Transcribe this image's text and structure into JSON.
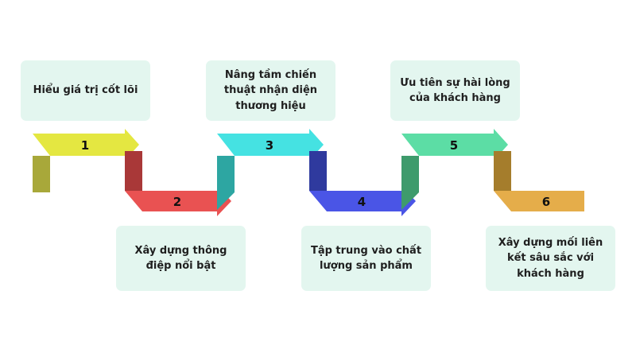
{
  "steps": [
    {
      "number": "1",
      "label": "Hiểu giá trị cốt lõi",
      "color": "#e4e741",
      "shade": "#a8a83a"
    },
    {
      "number": "2",
      "label": "Xây dựng thông điệp nổi bật",
      "color": "#e95252",
      "shade": "#a93838"
    },
    {
      "number": "3",
      "label": "Nâng tầm chiến thuật nhận diện thương hiệu",
      "color": "#45e2e2",
      "shade": "#2da6a2"
    },
    {
      "number": "4",
      "label": "Tập trung vào chất lượng sản phẩm",
      "color": "#4a55e6",
      "shade": "#2f3a9e"
    },
    {
      "number": "5",
      "label": "Ưu tiên sự hài lòng của khách hàng",
      "color": "#5cdda5",
      "shade": "#3e9b6c"
    },
    {
      "number": "6",
      "label": "Xây dựng mối liên kết sâu sắc với khách hàng",
      "color": "#e5ad4a",
      "shade": "#a57d2c"
    }
  ],
  "card_color": "#e3f6ef"
}
